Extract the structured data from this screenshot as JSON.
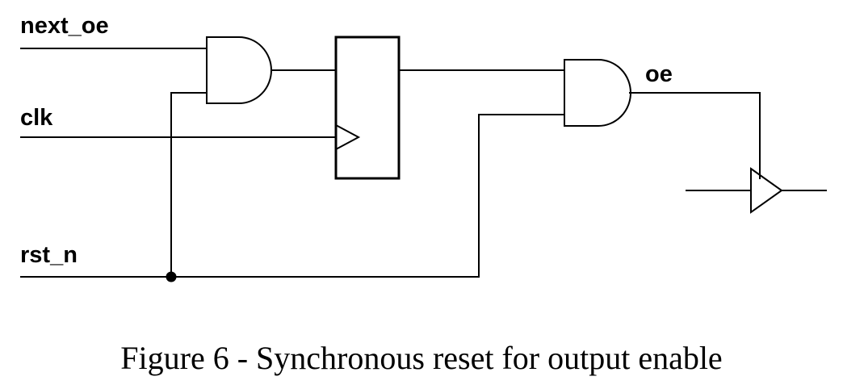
{
  "labels": {
    "next_oe": "next_oe",
    "clk": "clk",
    "rst_n": "rst_n",
    "oe": "oe"
  },
  "caption": "Figure 6 - Synchronous reset for output enable",
  "colors": {
    "background": "#ffffff",
    "line": "#000000"
  }
}
